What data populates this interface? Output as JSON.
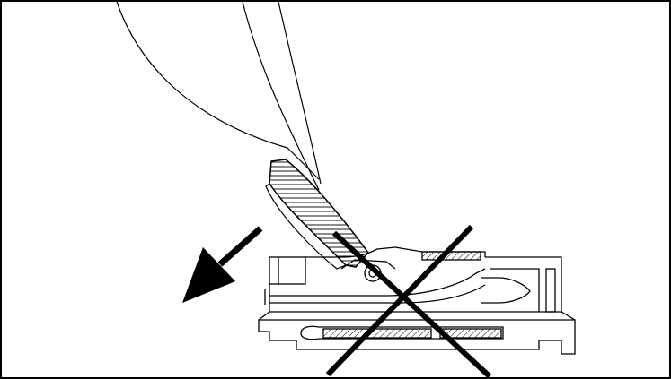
{
  "figure": {
    "caption": "",
    "stroke_color": "#000000",
    "background_color": "#ffffff",
    "components": [
      {
        "name": "tweezer-tip",
        "shown": true
      },
      {
        "name": "connector-actuator-lever",
        "shown": true,
        "fill": "hatched"
      },
      {
        "name": "connector-housing",
        "shown": true
      },
      {
        "name": "prohibited-cross-mark",
        "shown": true,
        "meaning": "incorrect-method"
      },
      {
        "name": "direction-arrow",
        "shown": true,
        "direction": "down-left"
      }
    ]
  }
}
